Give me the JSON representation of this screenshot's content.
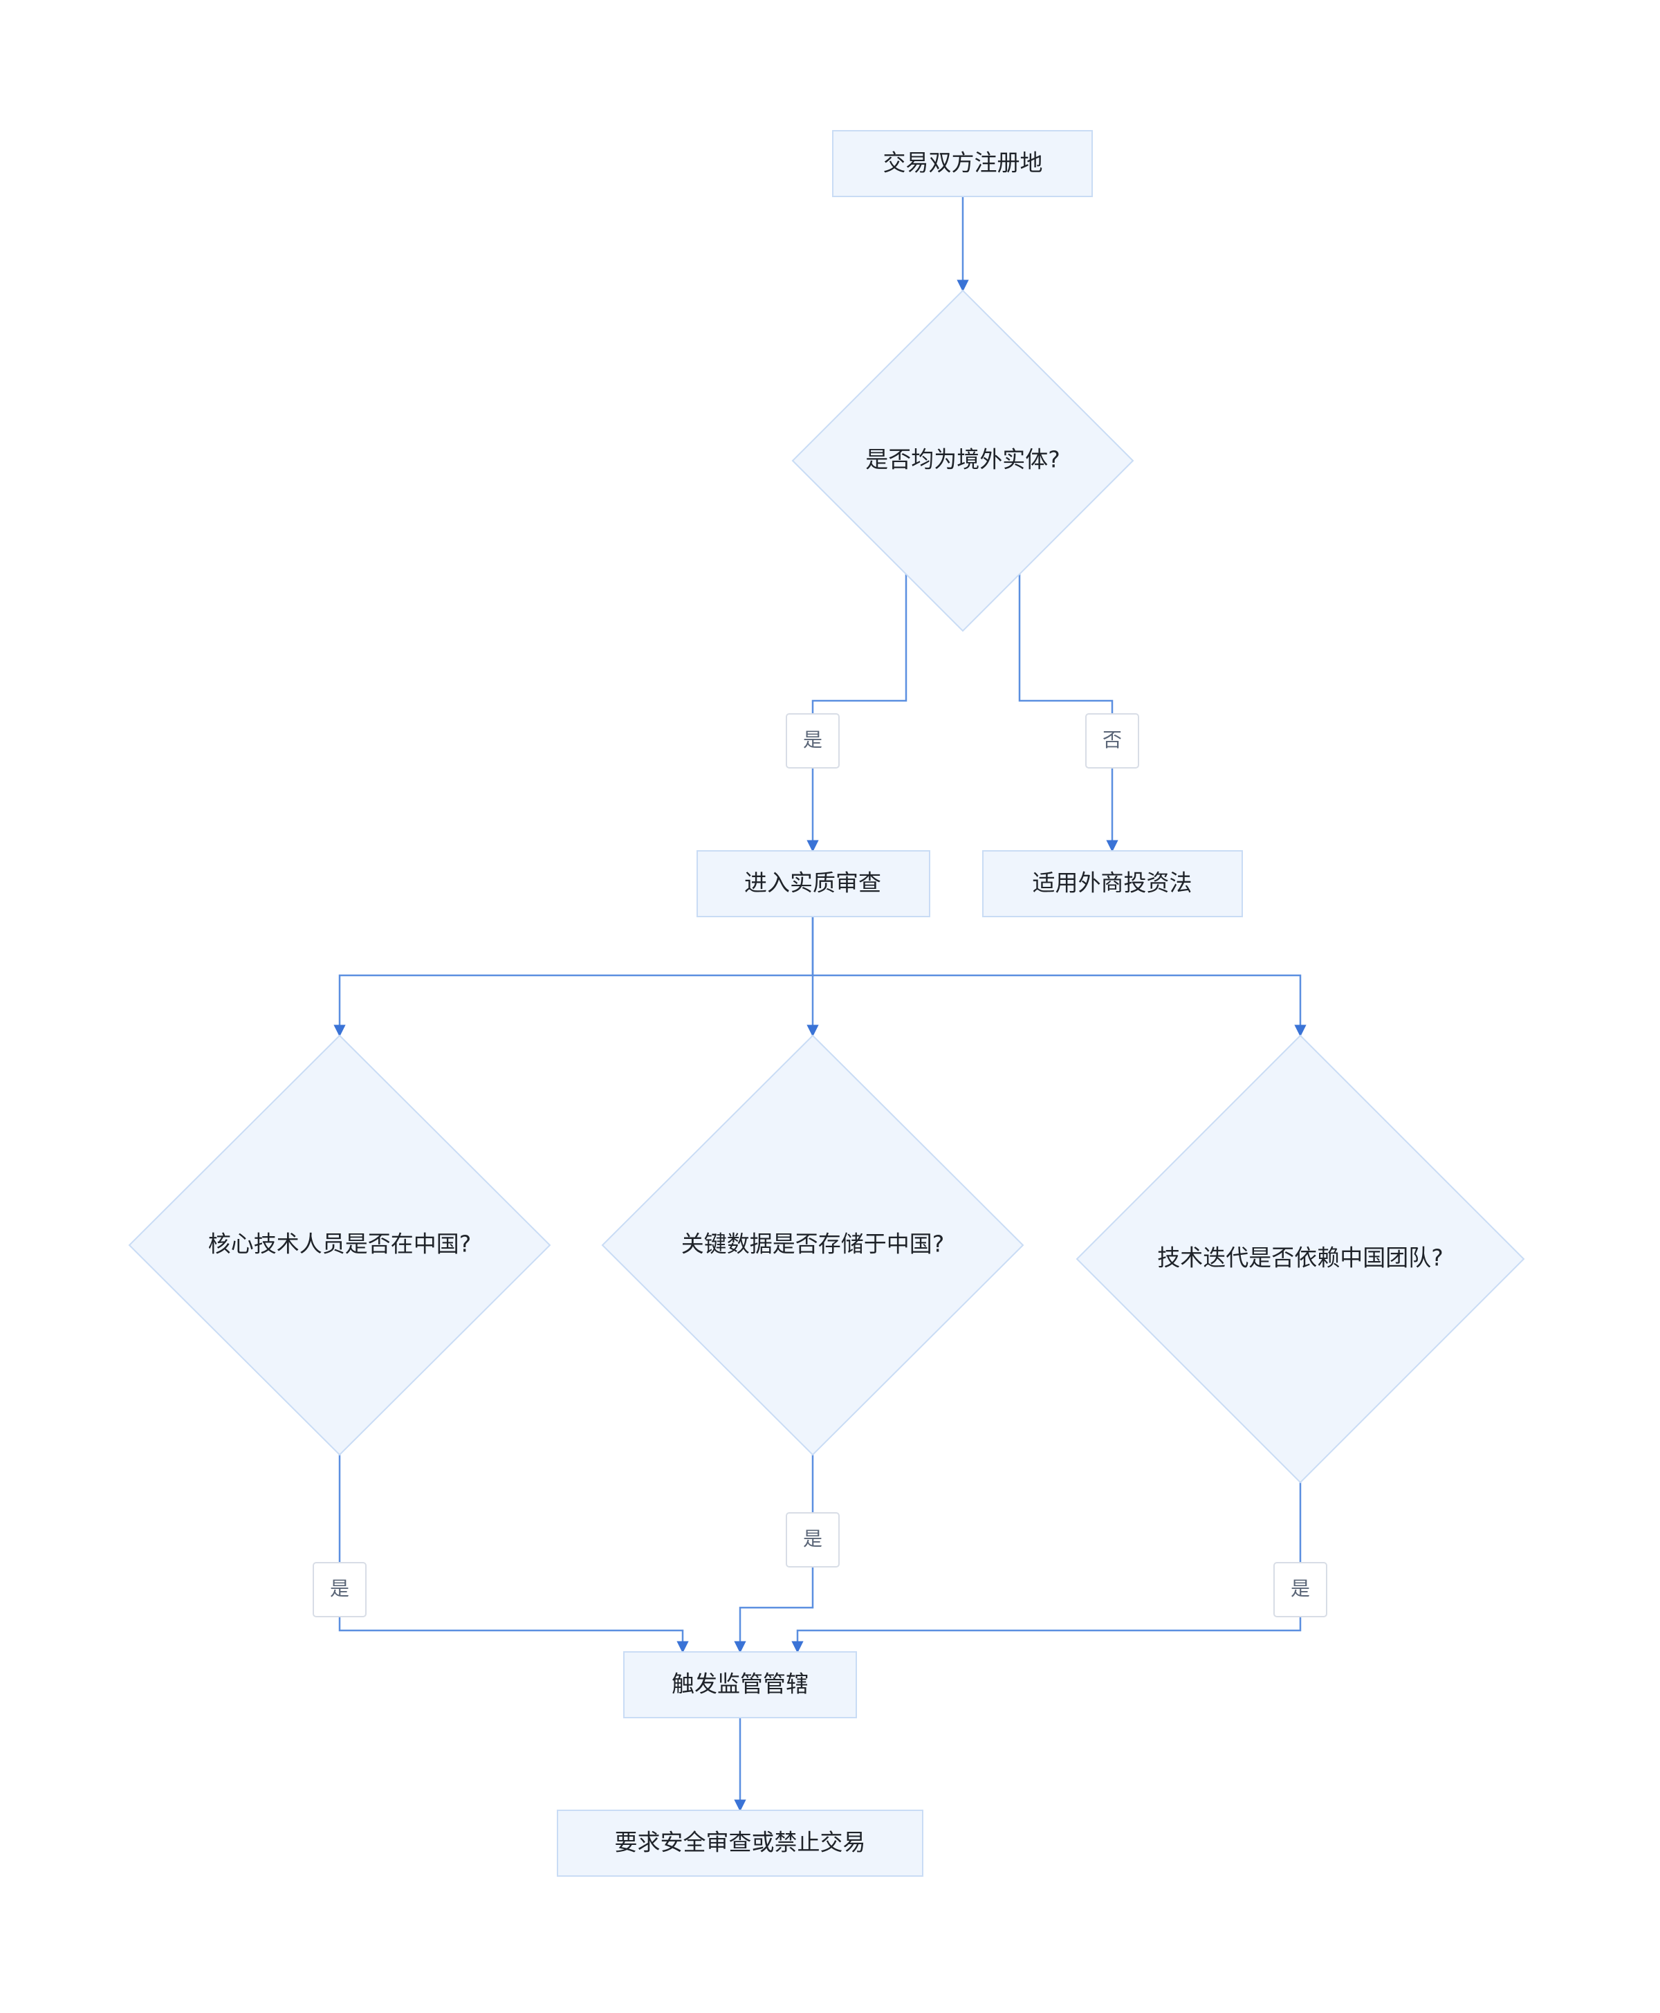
{
  "colors": {
    "node_fill": "#eff5fd",
    "node_stroke": "#c9dcf5",
    "edge": "#5b8fe0",
    "arrow": "#3a73d6",
    "text": "#1f2329",
    "label_text": "#5a6577"
  },
  "nodes": {
    "start": "交易双方注册地",
    "q_offshore": "是否均为境外实体?",
    "review": "进入实质审查",
    "fil": "适用外商投资法",
    "q_staff": "核心技术人员是否在中国?",
    "q_data": "关键数据是否存储于中国?",
    "q_iter": "技术迭代是否依赖中国团队?",
    "trigger": "触发监管管辖",
    "result": "要求安全审查或禁止交易"
  },
  "edge_labels": {
    "offshore_yes": "是",
    "offshore_no": "否",
    "staff_yes": "是",
    "data_yes": "是",
    "iter_yes": "是"
  }
}
